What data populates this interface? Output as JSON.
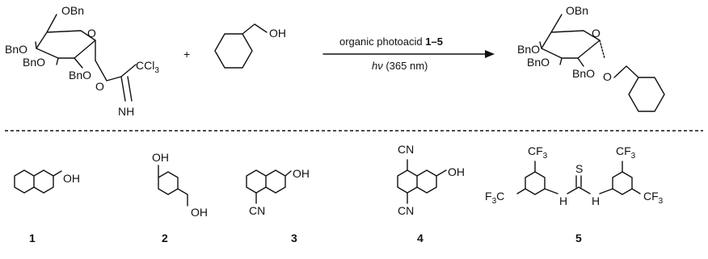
{
  "reaction": {
    "donor_labels": [
      "OBn",
      "O",
      "BnO",
      "BnO",
      "BnO",
      "O",
      "CCl",
      "3",
      "NH"
    ],
    "plus": "+",
    "acceptor_label": "OH",
    "condition_pre": "organic photoacid ",
    "condition_range": "1–5",
    "condition_hv": "hν",
    "condition_wavelength": " (365 nm)",
    "product_labels": [
      "OBn",
      "O",
      "BnO",
      "BnO",
      "BnO",
      "O"
    ]
  },
  "catalysts": {
    "c1": {
      "label": "OH",
      "number": "1"
    },
    "c2": {
      "label_top": "OH",
      "label_side": "OH",
      "number": "2"
    },
    "c3": {
      "label_oh": "OH",
      "label_cn": "CN",
      "number": "3"
    },
    "c4": {
      "label_cn_top": "CN",
      "label_oh": "OH",
      "label_cn_bottom": "CN",
      "number": "4"
    },
    "c5": {
      "cf3": "CF",
      "sub3": "3",
      "f3c": "F",
      "f3c_sub": "3",
      "f3c_c": "C",
      "s": "S",
      "h": "H",
      "number": "5"
    }
  }
}
